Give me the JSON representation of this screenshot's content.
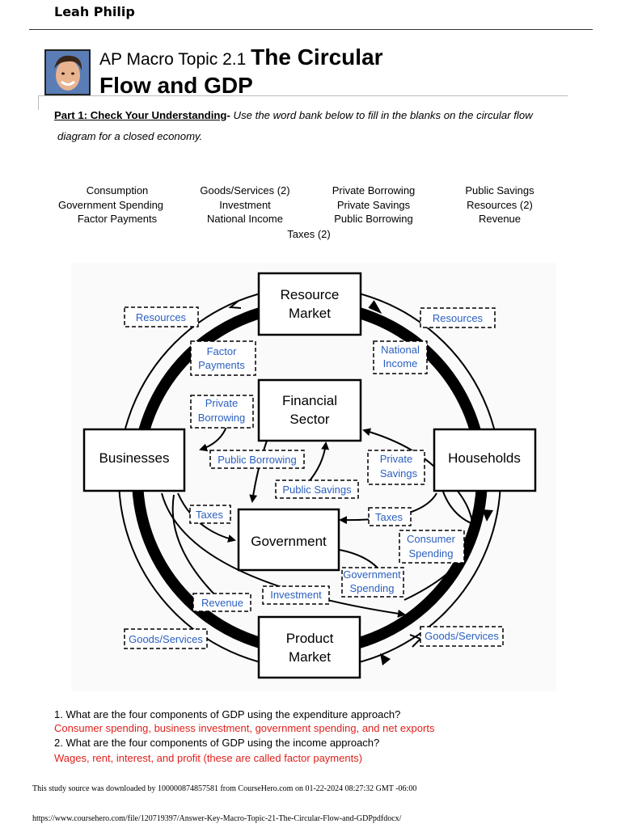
{
  "header": {
    "author": "Leah Philip"
  },
  "title": {
    "prefix": "AP Macro Topic 2.1 ",
    "main_line1": "The Circular",
    "main_line2": "Flow and GDP"
  },
  "part1": {
    "label": "Part 1: Check Your Understanding",
    "separator": "- ",
    "instruction_line1": "Use the word bank below to fill in the blanks on the circular flow",
    "instruction_line2": "diagram for a closed economy."
  },
  "word_bank": {
    "col1": [
      "Consumption",
      "Government Spending",
      "Factor Payments"
    ],
    "col2": [
      "Goods/Services (2)",
      "Investment",
      "National Income"
    ],
    "col3": [
      "Private Borrowing",
      "Private Savings",
      "Public Borrowing"
    ],
    "col4": [
      "Public Savings",
      "Resources (2)",
      "Revenue"
    ],
    "last": "Taxes (2)"
  },
  "diagram": {
    "boxes": {
      "resource_market": [
        "Resource",
        "Market"
      ],
      "financial_sector": [
        "Financial",
        "Sector"
      ],
      "businesses": "Businesses",
      "households": "Households",
      "government": "Government",
      "product_market": [
        "Product",
        "Market"
      ]
    },
    "labels": {
      "resources_left": "Resources",
      "resources_right": "Resources",
      "factor_payments": [
        "Factor",
        "Payments"
      ],
      "national_income": [
        "National",
        "Income"
      ],
      "private_borrowing": [
        "Private",
        "Borrowing"
      ],
      "public_borrowing": "Public Borrowing",
      "public_savings": "Public Savings",
      "private_savings": [
        "Private",
        "Savings"
      ],
      "taxes_left": "Taxes",
      "taxes_right": "Taxes",
      "consumer_spending": [
        "Consumer",
        "Spending"
      ],
      "government_spending": [
        "Government",
        "Spending"
      ],
      "investment": "Investment",
      "revenue": "Revenue",
      "goods_left": "Goods/Services",
      "goods_right": "Goods/Services"
    }
  },
  "questions": {
    "q1": "1. What are the four components of GDP using the expenditure approach?",
    "a1": "Consumer spending, business investment, government spending, and net exports",
    "q2": "2. What are the four components of GDP using the income approach?",
    "a2": "Wages, rent, interest, and profit (these are called factor payments)"
  },
  "footer": {
    "source": "This study source was downloaded by 100000874857581 from CourseHero.com on 01-22-2024 08:27:32 GMT -06:00",
    "url": "https://www.coursehero.com/file/120719397/Answer-Key-Macro-Topic-21-The-Circular-Flow-and-GDPpdfdocx/"
  },
  "colors": {
    "answer": "#e0201b",
    "label": "#2a5fbf"
  }
}
